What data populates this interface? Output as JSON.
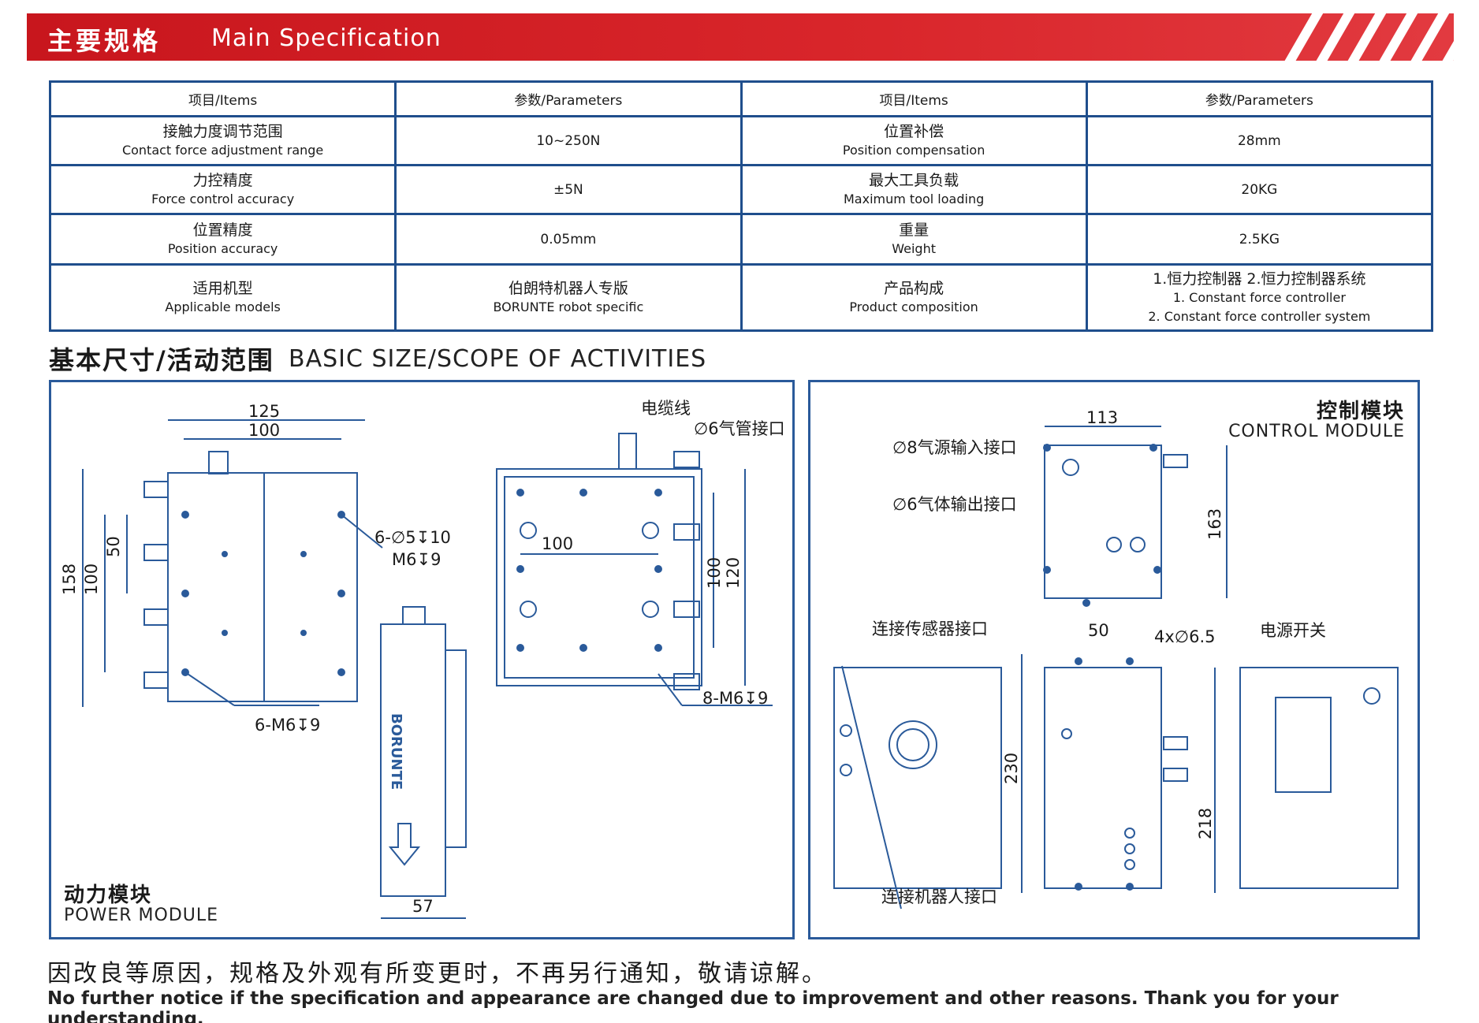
{
  "header": {
    "title_zh": "主要规格",
    "title_en": "Main Specification"
  },
  "spec_table": {
    "headers": [
      "项目/Items",
      "参数/Parameters",
      "项目/Items",
      "参数/Parameters"
    ],
    "rows": [
      {
        "item1_zh": "接触力度调节范围",
        "item1_en": "Contact force adjustment range",
        "value1": "10~250N",
        "item2_zh": "位置补偿",
        "item2_en": "Position compensation",
        "value2": "28mm"
      },
      {
        "item1_zh": "力控精度",
        "item1_en": "Force control accuracy",
        "value1": "±5N",
        "item2_zh": "最大工具负载",
        "item2_en": "Maximum tool loading",
        "value2": "20KG"
      },
      {
        "item1_zh": "位置精度",
        "item1_en": "Position accuracy",
        "value1": "0.05mm",
        "item2_zh": "重量",
        "item2_en": "Weight",
        "value2": "2.5KG"
      },
      {
        "item1_zh": "适用机型",
        "item1_en": "Applicable models",
        "value1_zh": "伯朗特机器人专版",
        "value1_en": "BORUNTE robot specific",
        "item2_zh": "产品构成",
        "item2_en": "Product composition",
        "value2_zh": "1.恒力控制器 2.恒力控制器系统",
        "value2_en1": "1. Constant force controller",
        "value2_en2": "2. Constant force controller system"
      }
    ]
  },
  "section": {
    "title_zh": "基本尺寸/活动范围",
    "title_en": "BASIC SIZE/SCOPE OF ACTIVITIES"
  },
  "power_module": {
    "label_zh": "动力模块",
    "label_en": "POWER MODULE",
    "dims": {
      "w125": "125",
      "w100": "100",
      "h158": "158",
      "h100": "100",
      "h50": "50",
      "holes_a": "6-∅5↧10",
      "holes_b": "M6↧9",
      "holes_c": "6-M6↧9",
      "cable": "电缆线",
      "pipe": "∅6气管接口",
      "front_w100": "100",
      "front_h100": "100",
      "front_h120": "120",
      "front_holes": "8-M6↧9",
      "side_w57": "57",
      "brand": "BORUNTE"
    }
  },
  "control_module": {
    "label_zh": "控制模块",
    "label_en": "CONTROL MODULE",
    "dims": {
      "w113": "113",
      "h163": "163",
      "air_in": "∅8气源输入接口",
      "air_out": "∅6气体输出接口",
      "sensor": "连接传感器接口",
      "robot": "连接机器人接口",
      "power_switch": "电源开关",
      "w50": "50",
      "holes": "4x∅6.5",
      "h230": "230",
      "h218": "218"
    }
  },
  "footer": {
    "note_zh": "因改良等原因，规格及外观有所变更时，不再另行通知，敬请谅解。",
    "note_en": "No further notice if the specification and appearance are changed due to improvement and other reasons. Thank you for your understanding."
  },
  "colors": {
    "banner": "#d9262b",
    "table_border": "#1f4e8c",
    "drawing": "#2a5a9a"
  }
}
